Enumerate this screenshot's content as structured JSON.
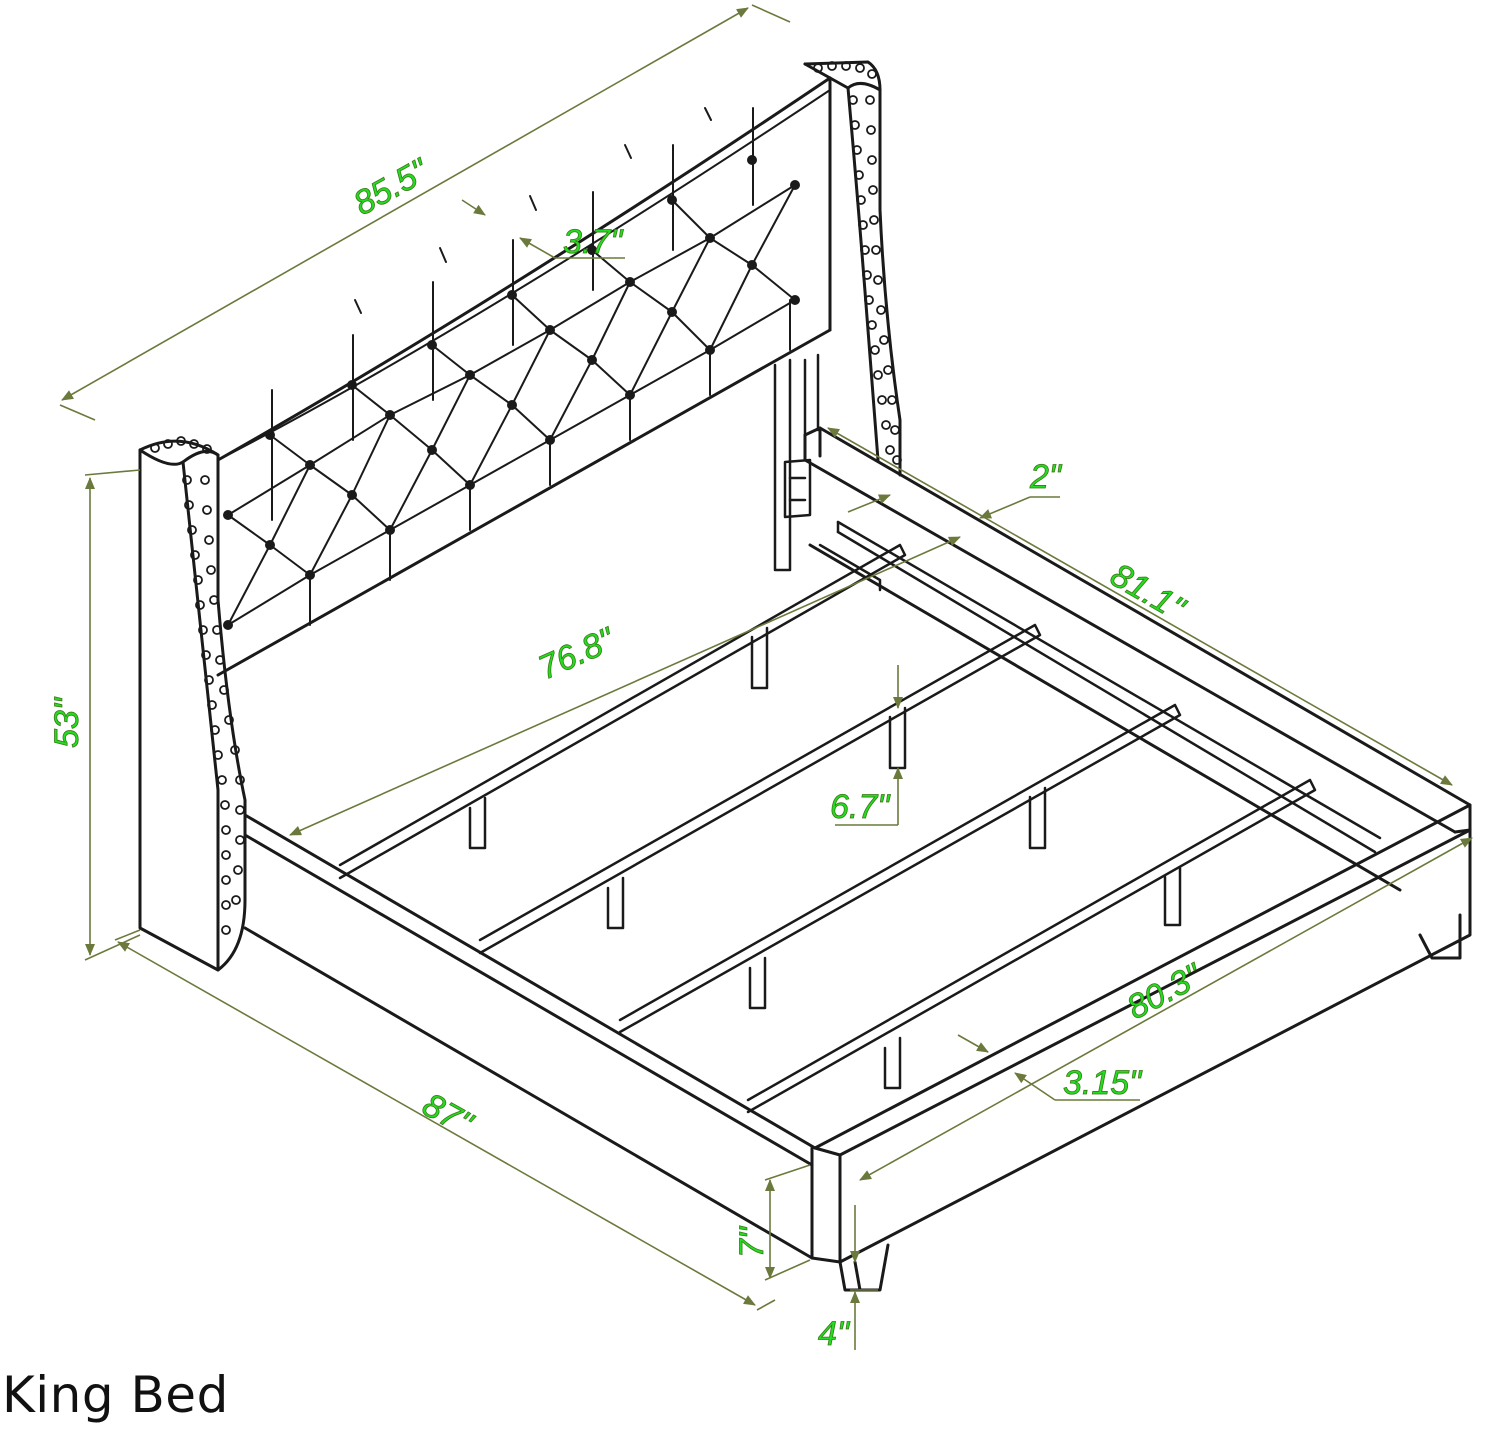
{
  "caption": "King Bed",
  "dimensions": {
    "headboard_width": "85.5\"",
    "panel_width": "3.7\"",
    "height": "53\"",
    "side_rail_inner": "76.8\"",
    "side_rail_outer": "81.1\"",
    "rail_thickness": "2\"",
    "leg_clearance": "6.7\"",
    "foot_width": "80.3\"",
    "foot_rail": "3.15\"",
    "total_length": "87\"",
    "rail_height": "7\"",
    "leg_height": "4\""
  },
  "colors": {
    "line": "#1a1a1a",
    "dimension_line": "#6b7a3c",
    "dimension_text": "#22dd22",
    "background": "#ffffff"
  }
}
